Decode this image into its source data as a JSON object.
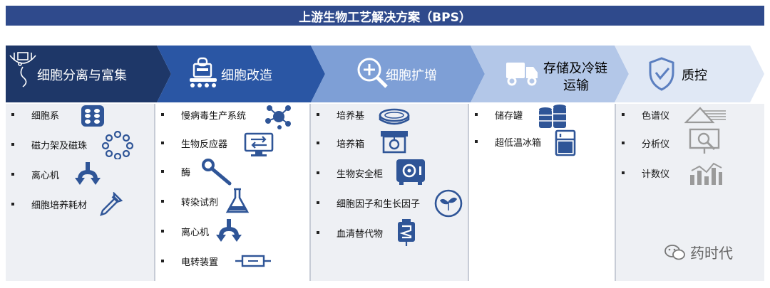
{
  "title": "上游生物工艺解决方案（BPS）",
  "colors": {
    "navy": "#1e3768",
    "blue2": "#2a56a4",
    "blue3": "#6d8fcc",
    "blue4": "#a6bde3",
    "blue5": "#dae4f3",
    "icon": "#2f5597"
  },
  "stages": [
    {
      "label": "细胞分离与富集",
      "icon": "cell-seal-icon"
    },
    {
      "label": "细胞改造",
      "icon": "conveyor-robot-icon"
    },
    {
      "label": "细胞扩增",
      "icon": "magnifier-plus-icon"
    },
    {
      "label_line1": "存储及冷链",
      "label_line2": "运输",
      "icon": "truck-icon"
    },
    {
      "label": "质控",
      "icon": "shield-check-icon"
    }
  ],
  "columns": [
    {
      "items": [
        "细胞系",
        "磁力架及磁珠",
        "离心机",
        "细胞培养耗材"
      ]
    },
    {
      "items": [
        "慢病毒生产系统",
        "生物反应器",
        "酶",
        "转染试剂",
        "离心机",
        "电转装置"
      ]
    },
    {
      "items": [
        "培养基",
        "培养箱",
        "生物安全柜",
        "细胞因子和生长因子",
        "血清替代物"
      ]
    },
    {
      "items": [
        "储存罐",
        "超低温冰箱"
      ]
    },
    {
      "items": [
        "色谱仪",
        "分析仪",
        "计数仪"
      ]
    }
  ],
  "watermark": "药时代"
}
